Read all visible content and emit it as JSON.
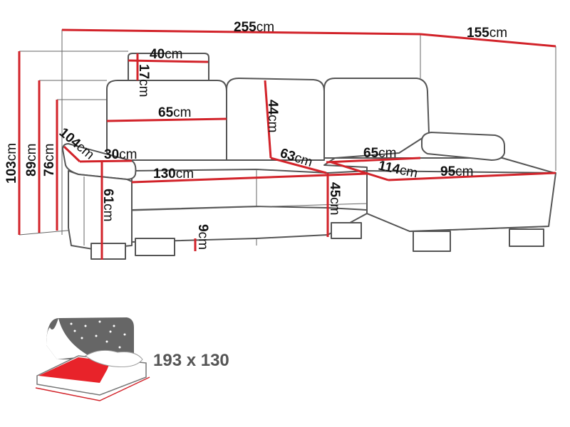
{
  "dimensions": {
    "unit": "cm",
    "total_width": "255",
    "chaise_depth": "155",
    "headrest_width": "40",
    "headrest_height": "17",
    "back_cushion_width": "65",
    "back_cushion_height": "44",
    "armrest_length": "104",
    "armrest_width": "30",
    "seat_width": "130",
    "seat_depth": "63",
    "chaise_seat_width": "65",
    "chaise_inner_length": "114",
    "chaise_width": "95",
    "seat_height": "45",
    "armrest_height": "61",
    "leg_height": "9",
    "height_with_headrest": "103",
    "back_height": "89",
    "back_height_low": "76"
  },
  "bed": {
    "label": "193 x 130"
  },
  "colors": {
    "dimension_line": "#d2232a",
    "outline": "#555555",
    "bed_red": "#e8232a",
    "night_sky": "#666666"
  }
}
